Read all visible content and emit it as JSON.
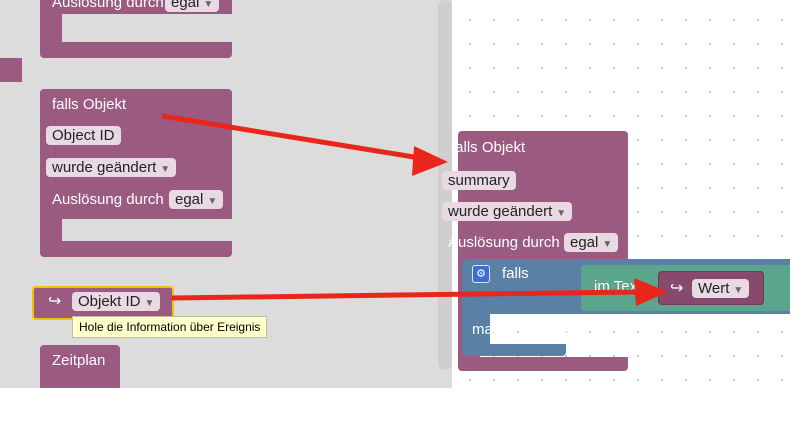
{
  "toolbox": {
    "top_block": {
      "trigger_label": "Auslösung durch",
      "trigger_value": "egal"
    },
    "object_block": {
      "title": "falls Objekt",
      "field": "Object ID",
      "event": "wurde geändert",
      "trigger_label": "Auslösung durch",
      "trigger_value": "egal"
    },
    "objekt_id_block": {
      "label": "Objekt ID",
      "tooltip": "Hole die Information über Ereignis"
    },
    "schedule_block": {
      "title": "Zeitplan"
    }
  },
  "workspace": {
    "object_block": {
      "title": "falls Objekt",
      "field": "summary",
      "event": "wurde geändert",
      "trigger_label": "Auslösung durch",
      "trigger_value": "egal"
    },
    "if_block": {
      "label": "falls",
      "do_label": "mache"
    },
    "text_block": {
      "label": "im Text"
    },
    "value_block": {
      "label": "Wert"
    }
  },
  "colors": {
    "event_block": "#9b5a7f",
    "logic_block": "#5b80a5",
    "text_block": "#5ba58c",
    "annotation_arrow": "#e8261c"
  }
}
